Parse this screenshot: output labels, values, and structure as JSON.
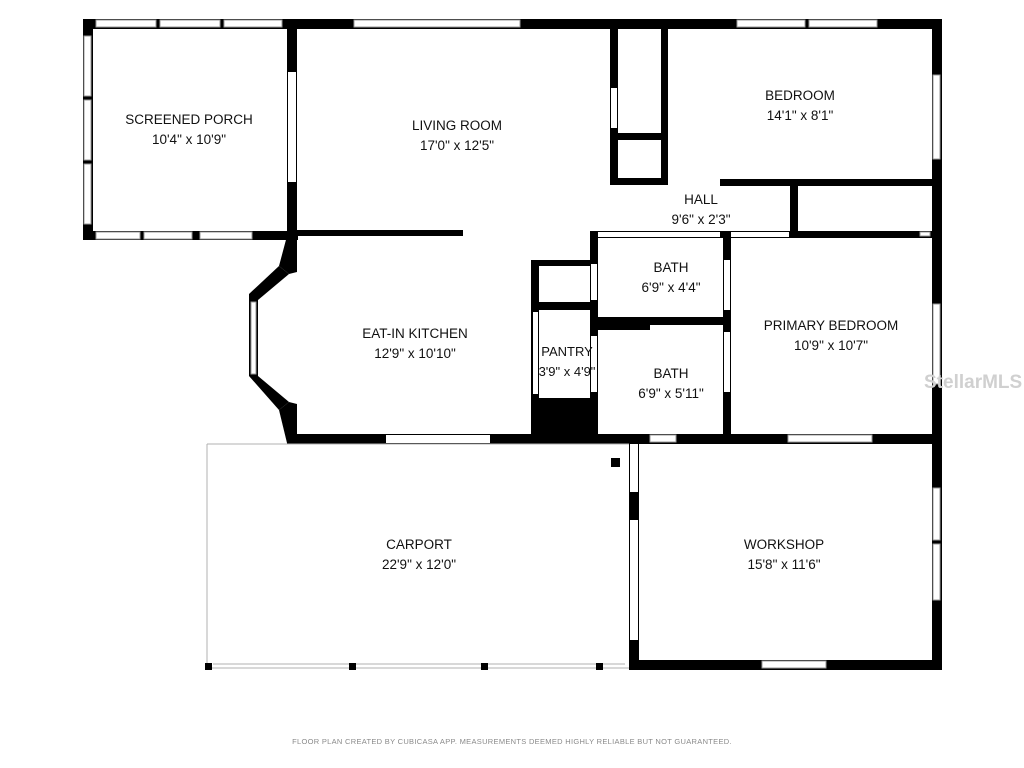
{
  "rooms": {
    "screened_porch": {
      "name": "SCREENED PORCH",
      "size": "10'4\" x 10'9\""
    },
    "living_room": {
      "name": "LIVING ROOM",
      "size": "17'0\" x 12'5\""
    },
    "bedroom": {
      "name": "BEDROOM",
      "size": "14'1\" x 8'1\""
    },
    "hall": {
      "name": "HALL",
      "size": "9'6\" x 2'3\""
    },
    "bath_1": {
      "name": "BATH",
      "size": "6'9\" x 4'4\""
    },
    "bath_2": {
      "name": "BATH",
      "size": "6'9\" x 5'11\""
    },
    "eat_in_kitchen": {
      "name": "EAT-IN KITCHEN",
      "size": "12'9\" x 10'10\""
    },
    "pantry": {
      "name": "PANTRY",
      "size": "3'9\" x 4'9\""
    },
    "primary_bedroom": {
      "name": "PRIMARY BEDROOM",
      "size": "10'9\" x 10'7\""
    },
    "carport": {
      "name": "CARPORT",
      "size": "22'9\" x 12'0\""
    },
    "workshop": {
      "name": "WORKSHOP",
      "size": "15'8\" x 11'6\""
    }
  },
  "watermark": "StellarMLS",
  "footer": "FLOOR PLAN CREATED BY CUBICASA APP. MEASUREMENTS DEEMED HIGHLY RELIABLE BUT NOT GUARANTEED.",
  "colors": {
    "wall": "#000000",
    "background": "#ffffff",
    "window": "#9a9a9a",
    "text": "#111111"
  }
}
